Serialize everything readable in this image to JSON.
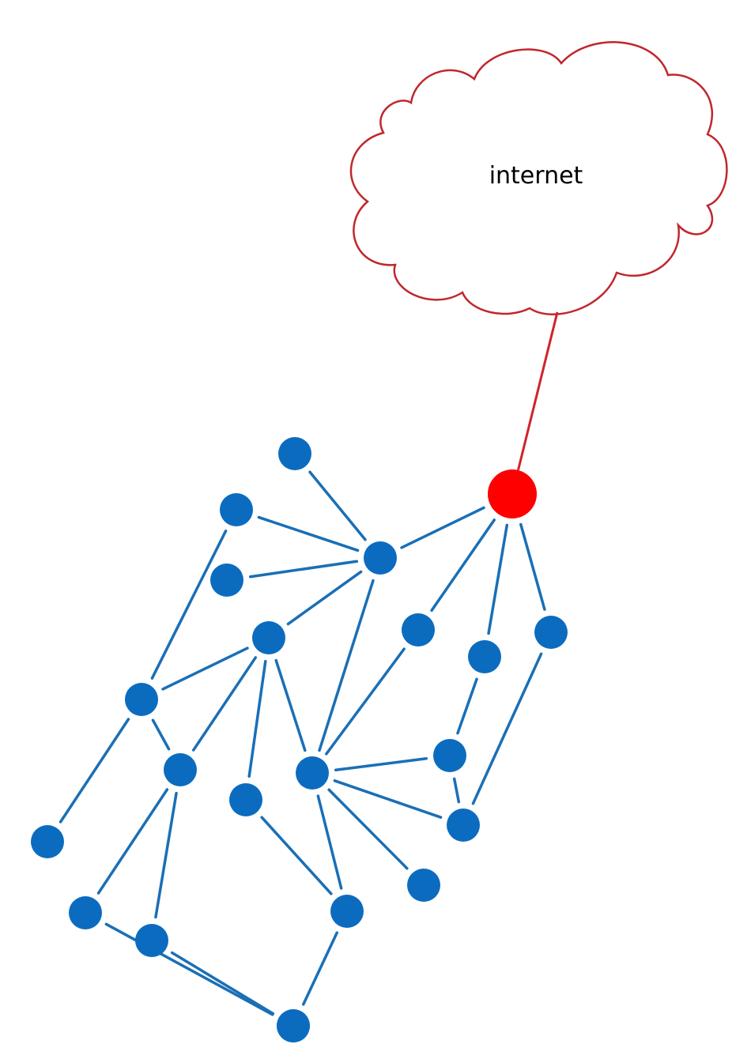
{
  "cloud": {
    "label": "internet",
    "stroke_color": "#c0272d"
  },
  "colors": {
    "node": "#0b6cbf",
    "gateway": "#ff0000",
    "edge": "#1a6fb5",
    "uplink": "#d0232a"
  },
  "nodes": [
    {
      "id": "n1",
      "role": "mesh-node"
    },
    {
      "id": "n2",
      "role": "mesh-node"
    },
    {
      "id": "n3",
      "role": "mesh-node"
    },
    {
      "id": "n4",
      "role": "mesh-node"
    },
    {
      "id": "n5",
      "role": "mesh-node"
    },
    {
      "id": "n6",
      "role": "mesh-node"
    },
    {
      "id": "n7",
      "role": "mesh-node"
    },
    {
      "id": "n8",
      "role": "mesh-node"
    },
    {
      "id": "n9",
      "role": "mesh-node"
    },
    {
      "id": "n10",
      "role": "mesh-node"
    },
    {
      "id": "n11",
      "role": "mesh-node"
    },
    {
      "id": "n12",
      "role": "mesh-node"
    },
    {
      "id": "n13",
      "role": "mesh-node"
    },
    {
      "id": "n14",
      "role": "mesh-node"
    },
    {
      "id": "n15",
      "role": "mesh-node"
    },
    {
      "id": "n16",
      "role": "mesh-node"
    },
    {
      "id": "n17",
      "role": "mesh-node"
    },
    {
      "id": "n18",
      "role": "mesh-node"
    },
    {
      "id": "n19",
      "role": "mesh-node"
    },
    {
      "id": "n20",
      "role": "mesh-node"
    },
    {
      "id": "n21",
      "role": "mesh-node"
    },
    {
      "id": "g",
      "role": "gateway"
    }
  ],
  "edges": [
    [
      "n1",
      "n5"
    ],
    [
      "n2",
      "n5"
    ],
    [
      "n2",
      "n7"
    ],
    [
      "n3",
      "n5"
    ],
    [
      "n4",
      "n5"
    ],
    [
      "n4",
      "n7"
    ],
    [
      "n4",
      "n11"
    ],
    [
      "n4",
      "n12"
    ],
    [
      "n4",
      "n13"
    ],
    [
      "n5",
      "n13"
    ],
    [
      "n5",
      "g"
    ],
    [
      "g",
      "n6"
    ],
    [
      "g",
      "n9"
    ],
    [
      "g",
      "n8"
    ],
    [
      "n6",
      "n13"
    ],
    [
      "n9",
      "n10"
    ],
    [
      "n10",
      "n15"
    ],
    [
      "n8",
      "n15"
    ],
    [
      "n7",
      "n14"
    ],
    [
      "n7",
      "n11"
    ],
    [
      "n11",
      "n16"
    ],
    [
      "n11",
      "n17"
    ],
    [
      "n13",
      "n10"
    ],
    [
      "n13",
      "n15"
    ],
    [
      "n13",
      "n20"
    ],
    [
      "n13",
      "n19"
    ],
    [
      "n12",
      "n19"
    ],
    [
      "n16",
      "n18"
    ],
    [
      "n17",
      "n18"
    ],
    [
      "n18",
      "n21"
    ],
    [
      "n19",
      "n21"
    ]
  ],
  "uplink": [
    "g",
    "cloud"
  ]
}
